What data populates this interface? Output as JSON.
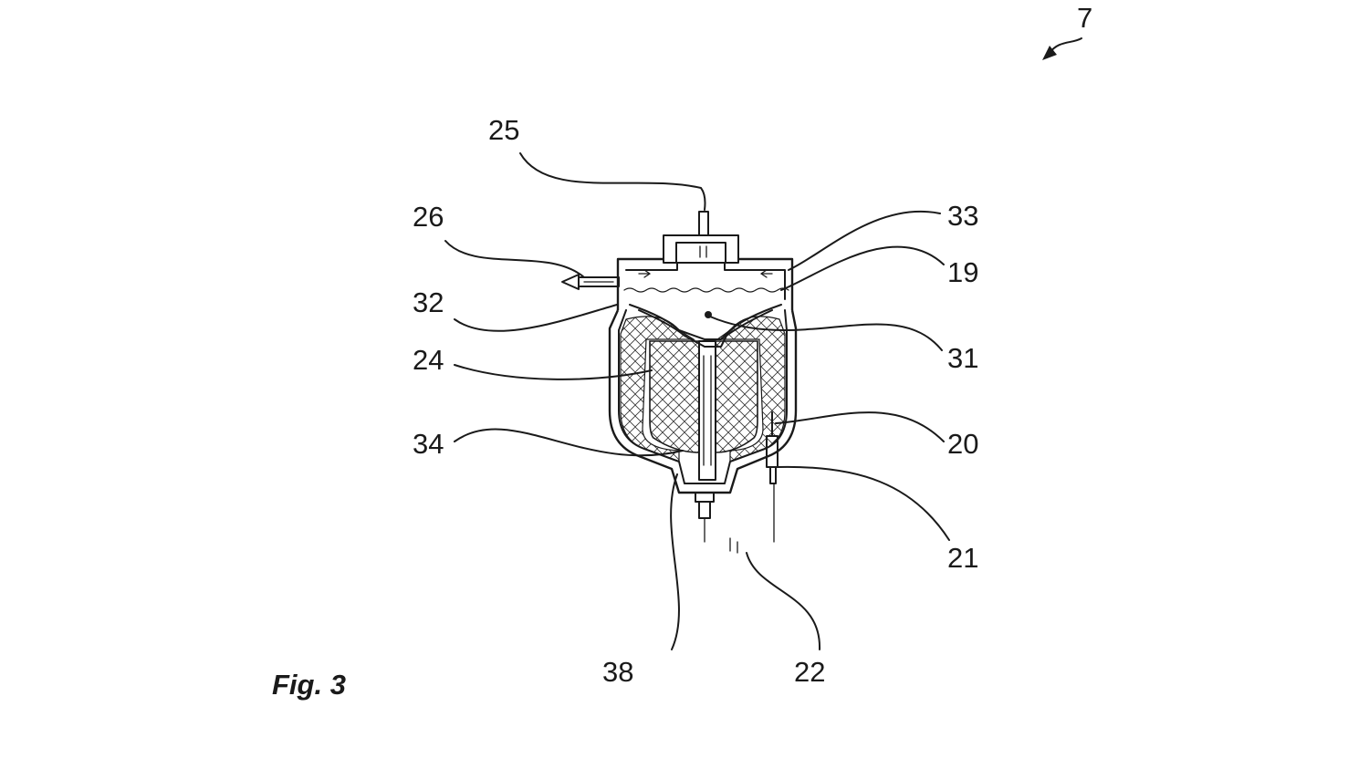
{
  "figure": {
    "caption": "Fig. 3",
    "assembly_ref": "7",
    "labels": {
      "l25": "25",
      "l26": "26",
      "l32": "32",
      "l24": "24",
      "l34": "34",
      "l33": "33",
      "l19": "19",
      "l31": "31",
      "l20": "20",
      "l21": "21",
      "l38": "38",
      "l22": "22"
    }
  }
}
